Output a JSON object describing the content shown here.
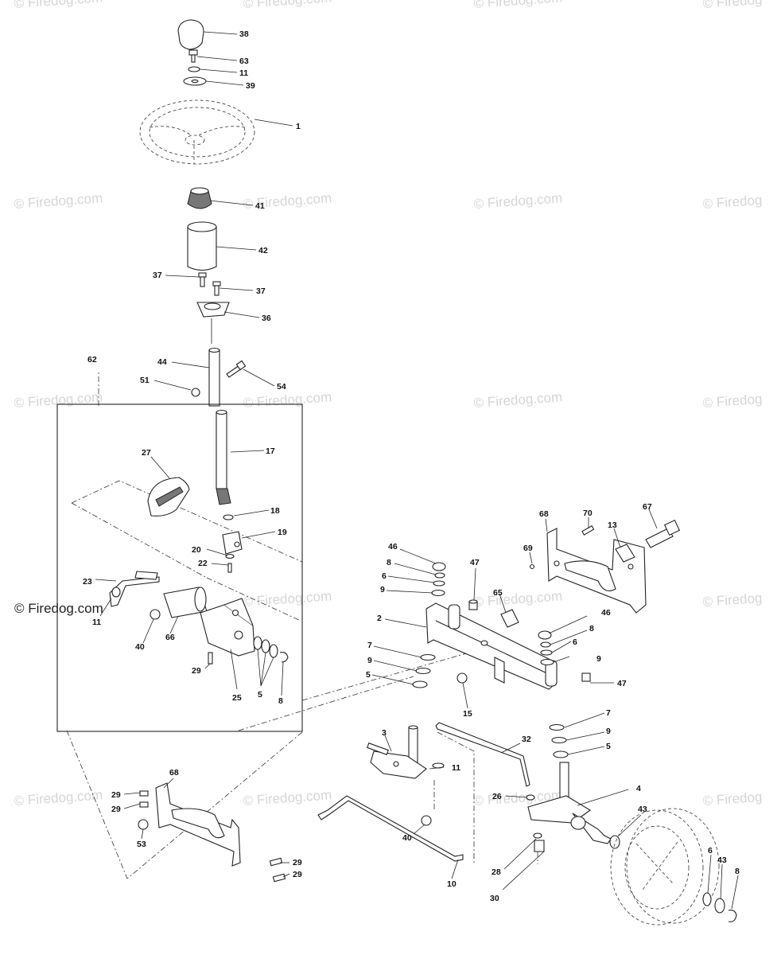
{
  "watermark": {
    "text": "© Firedog.com",
    "main_text": "© Firedog.com",
    "corner_text": "© Firedog"
  },
  "callouts": [
    "38",
    "63",
    "11",
    "39",
    "1",
    "41",
    "42",
    "37",
    "37",
    "36",
    "44",
    "51",
    "54",
    "62",
    "17",
    "27",
    "18",
    "19",
    "20",
    "22",
    "23",
    "11",
    "40",
    "66",
    "29",
    "25",
    "5",
    "8",
    "68",
    "70",
    "13",
    "67",
    "69",
    "46",
    "8",
    "6",
    "9",
    "47",
    "65",
    "2",
    "46",
    "8",
    "6",
    "9",
    "7",
    "9",
    "5",
    "15",
    "47",
    "7",
    "9",
    "5",
    "3",
    "32",
    "11",
    "26",
    "4",
    "40",
    "43",
    "28",
    "30",
    "10",
    "68",
    "29",
    "29",
    "53",
    "29",
    "29",
    "6",
    "43",
    "8"
  ]
}
